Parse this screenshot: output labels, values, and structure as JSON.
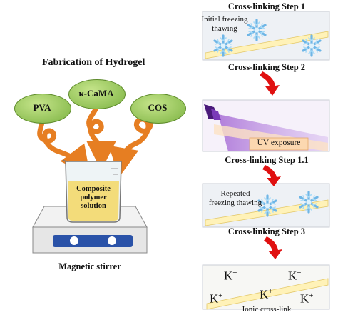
{
  "left": {
    "title": "Fabrication of Hydrogel",
    "components": [
      "PVA",
      "κ-CaMA",
      "COS"
    ],
    "beaker_label": [
      "Composite",
      "polymer",
      "solution"
    ],
    "device_label": "Magnetic stirrer"
  },
  "right": {
    "steps": [
      {
        "title": "Cross-linking Step 1",
        "panel_text": [
          "Initial freezing",
          "thawing"
        ]
      },
      {
        "title": "Cross-linking Step 2",
        "panel_text": [
          "UV exposure"
        ]
      },
      {
        "title": "Cross-linking Step 1.1",
        "panel_text": [
          "Repeated",
          "freezing thawing"
        ]
      },
      {
        "title": "Cross-linking Step 3",
        "panel_text": [
          "Ionic cross-link"
        ]
      }
    ],
    "ion_label": "K+"
  },
  "colors": {
    "bubble_green": "#8bc34a",
    "swirl_orange": "#e67e22",
    "arrow_red": "#e01010",
    "gel_yellow": "#fff2b8",
    "uv_purple": "#b57edc",
    "snowflake_blue": "#8ecdf0"
  }
}
